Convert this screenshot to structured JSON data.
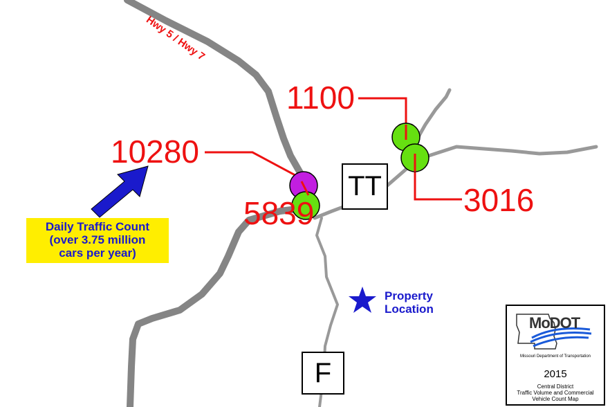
{
  "colors": {
    "road": "#8c8c8c",
    "main_road": "#858585",
    "count_red": "#ee1111",
    "station_green": "#66e011",
    "station_purple": "#c21ee0",
    "arrow_blue": "#1a1acc",
    "callout_yellow": "#ffee00"
  },
  "highway_label": "Hwy 5 / Hwy 7",
  "traffic_counts": [
    {
      "value": "10280",
      "station_color": "purple"
    },
    {
      "value": "5839",
      "station_color": "green"
    },
    {
      "value": "1100",
      "station_color": "green"
    },
    {
      "value": "3016",
      "station_color": "green"
    }
  ],
  "route_markers": [
    "TT",
    "F"
  ],
  "callout": {
    "line1": "Daily Traffic Count",
    "line2": "(over 3.75 million",
    "line3": "cars per year)",
    "arrow_icon": "arrow-up-right-icon"
  },
  "property": {
    "icon": "star-icon",
    "line1": "Property",
    "line2": "Location"
  },
  "legend": {
    "logo_text": "MoDOT",
    "department": "Missouri Department of Transportation",
    "year": "2015",
    "line1": "Central District",
    "line2": "Traffic Volume and Commercial",
    "line3": "Vehicle Count Map"
  }
}
